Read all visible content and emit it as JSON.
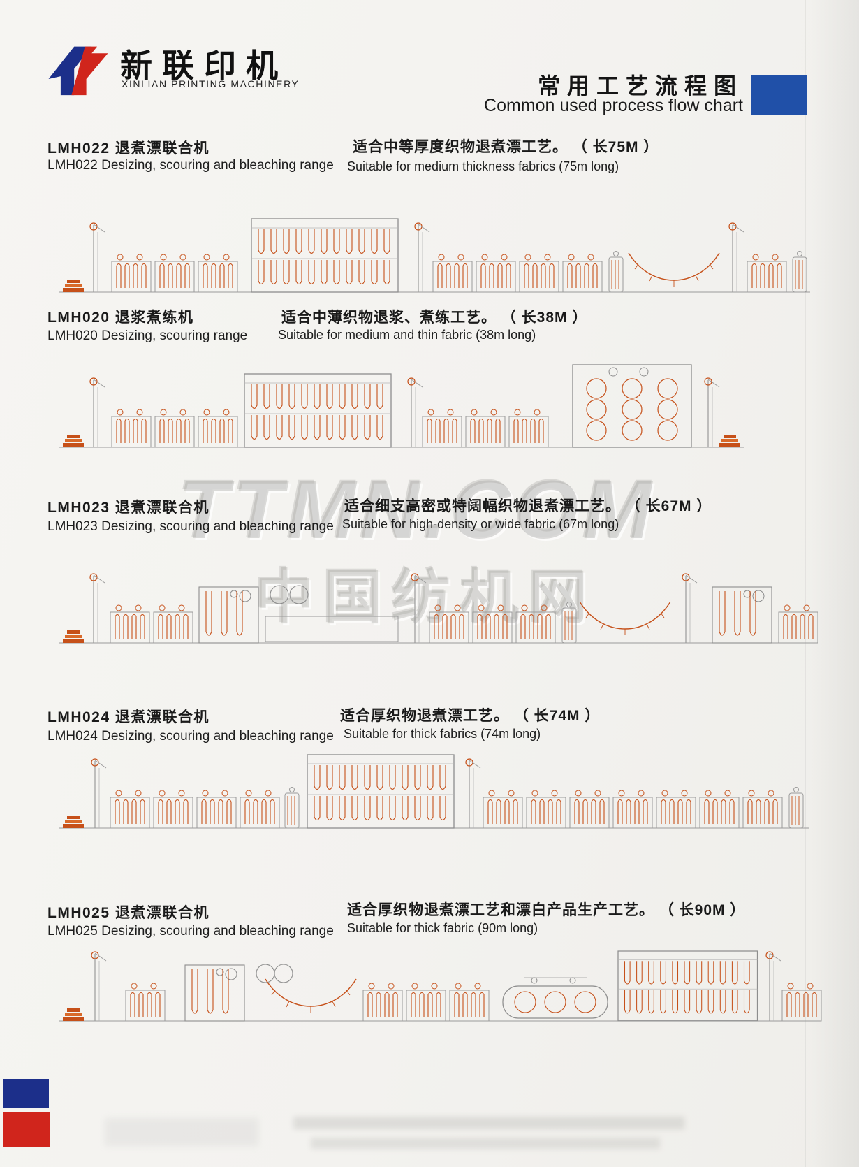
{
  "header": {
    "logo_cn": "新联印机",
    "logo_en": "XINLIAN PRINTING MACHINERY",
    "title_cn": "常用工艺流程图",
    "title_en": "Common used process flow chart"
  },
  "watermark": {
    "line1": "TTMN.COM",
    "line2": "中国纺机网"
  },
  "sections": [
    {
      "model_cn": "LMH022 退煮漂联合机",
      "model_en": "LMH022 Desizing, scouring and bleaching range",
      "suit_cn": "适合中等厚度织物退煮漂工艺。 （ 长75M ）",
      "suit_en": "Suitable for medium thickness fabrics (75m long)"
    },
    {
      "model_cn": "LMH020 退浆煮练机",
      "model_en": "LMH020 Desizing, scouring range",
      "suit_cn": "适合中薄织物退浆、煮练工艺。 （ 长38M ）",
      "suit_en": "Suitable for medium and thin fabric (38m long)"
    },
    {
      "model_cn": "LMH023 退煮漂联合机",
      "model_en": "LMH023 Desizing, scouring and bleaching range",
      "suit_cn": "适合细支高密或特阔幅织物退煮漂工艺。 （ 长67M ）",
      "suit_en": "Suitable for high-density or wide fabric (67m long)"
    },
    {
      "model_cn": "LMH024 退煮漂联合机",
      "model_en": "LMH024 Desizing, scouring and bleaching range",
      "suit_cn": "适合厚织物退煮漂工艺。 （ 长74M ）",
      "suit_en": "Suitable for thick fabrics (74m long)"
    },
    {
      "model_cn": "LMH025 退煮漂联合机",
      "model_en": "LMH025 Desizing, scouring and bleaching range",
      "suit_cn": "适合厚织物退煮漂工艺和漂白产品生产工艺。 （ 长90M ）",
      "suit_en": "Suitable for thick fabric (90m long)"
    }
  ],
  "colors": {
    "brand_blue": "#1c2f8a",
    "brand_red": "#d0251c",
    "accent_block_blue": "#2050a8",
    "diagram_orange": "#c65019",
    "diagram_gray": "#9a9a9a",
    "watermark_gray": "#a8a8a4"
  }
}
